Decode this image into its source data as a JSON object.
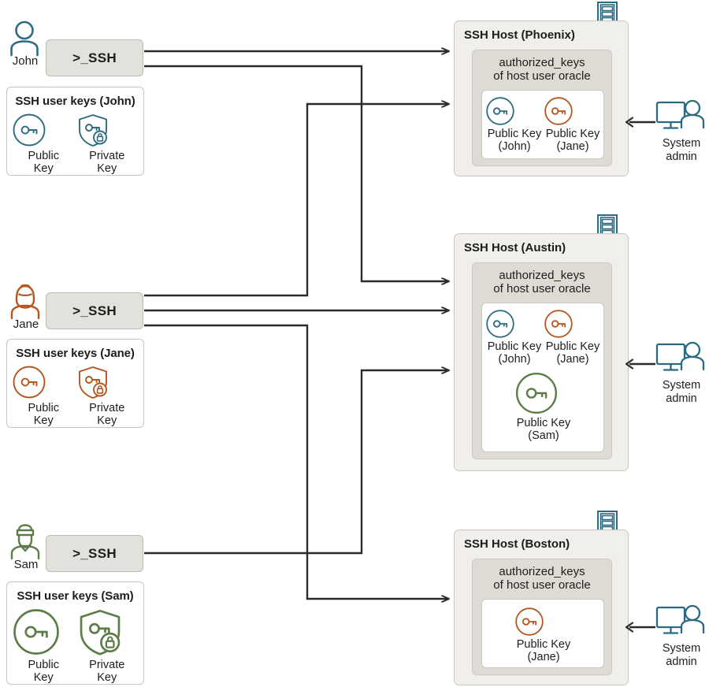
{
  "meta": {
    "title": "SSH key distribution between users and SSH hosts",
    "colors": {
      "teal": "#2b6a80",
      "john": "#2e6b83",
      "jane": "#b4561f",
      "sam": "#5d7c47",
      "line": "#2b2b2b",
      "box_fill": "#e3e1dc",
      "host_fill": "#f0efeb",
      "auth_fill": "#dedbd4",
      "inner_fill": "#ffffff"
    }
  },
  "users": [
    {
      "id": "john",
      "name": "John",
      "icon": "person-icon",
      "ssh_label": ">_SSH",
      "keys_title": "SSH user keys (John)",
      "color": "#2e6b83",
      "keys": [
        {
          "icon": "public-key-icon",
          "caption": "Public\nKey",
          "line1": "Public",
          "line2": "Key",
          "kind": "public"
        },
        {
          "icon": "private-key-icon",
          "caption": "Private\nKey",
          "line1": "Private",
          "line2": "Key",
          "kind": "private"
        }
      ]
    },
    {
      "id": "jane",
      "name": "Jane",
      "icon": "person-icon",
      "ssh_label": ">_SSH",
      "keys_title": "SSH user keys (Jane)",
      "color": "#b4561f",
      "keys": [
        {
          "icon": "public-key-icon",
          "caption": "Public\nKey",
          "line1": "Public",
          "line2": "Key",
          "kind": "public"
        },
        {
          "icon": "private-key-icon",
          "caption": "Private\nKey",
          "line1": "Private",
          "line2": "Key",
          "kind": "private"
        }
      ]
    },
    {
      "id": "sam",
      "name": "Sam",
      "icon": "person-icon",
      "ssh_label": ">_SSH",
      "keys_title": "SSH user keys (Sam)",
      "color": "#5d7c47",
      "keys": [
        {
          "icon": "public-key-icon",
          "caption": "Public\nKey",
          "line1": "Public",
          "line2": "Key",
          "kind": "public"
        },
        {
          "icon": "private-key-icon",
          "caption": "Private\nKey",
          "line1": "Private",
          "line2": "Key",
          "kind": "private"
        }
      ]
    }
  ],
  "hosts": [
    {
      "id": "phoenix",
      "title": "SSH Host (Phoenix)",
      "rack_icon": "server-rack-icon",
      "auth_title_line1": "authorized_keys",
      "auth_title_line2": "of host user oracle",
      "admin": {
        "icon": "system-admin-icon",
        "line1": "System",
        "line2": "admin"
      },
      "keys": [
        {
          "owner": "John",
          "line1": "Public Key",
          "line2": "(John)",
          "color": "#2e6b83",
          "size": "small"
        },
        {
          "owner": "Jane",
          "line1": "Public Key",
          "line2": "(Jane)",
          "color": "#b4561f",
          "size": "small"
        }
      ]
    },
    {
      "id": "austin",
      "title": "SSH Host (Austin)",
      "rack_icon": "server-rack-icon",
      "auth_title_line1": "authorized_keys",
      "auth_title_line2": "of host user oracle",
      "admin": {
        "icon": "system-admin-icon",
        "line1": "System",
        "line2": "admin"
      },
      "keys": [
        {
          "owner": "John",
          "line1": "Public Key",
          "line2": "(John)",
          "color": "#2e6b83",
          "size": "small"
        },
        {
          "owner": "Jane",
          "line1": "Public Key",
          "line2": "(Jane)",
          "color": "#b4561f",
          "size": "small"
        },
        {
          "owner": "Sam",
          "line1": "Public Key",
          "line2": "(Sam)",
          "color": "#5d7c47",
          "size": "large"
        }
      ]
    },
    {
      "id": "boston",
      "title": "SSH Host (Boston)",
      "rack_icon": "server-rack-icon",
      "auth_title_line1": "authorized_keys",
      "auth_title_line2": "of host user oracle",
      "admin": {
        "icon": "system-admin-icon",
        "line1": "System",
        "line2": "admin"
      },
      "keys": [
        {
          "owner": "Jane",
          "line1": "Public Key",
          "line2": "(Jane)",
          "color": "#b4561f",
          "size": "small"
        }
      ]
    }
  ],
  "connections": [
    {
      "from": "john",
      "to": "phoenix"
    },
    {
      "from": "john",
      "to": "austin"
    },
    {
      "from": "jane",
      "to": "phoenix"
    },
    {
      "from": "jane",
      "to": "austin"
    },
    {
      "from": "jane",
      "to": "boston"
    },
    {
      "from": "sam",
      "to": "austin"
    }
  ]
}
